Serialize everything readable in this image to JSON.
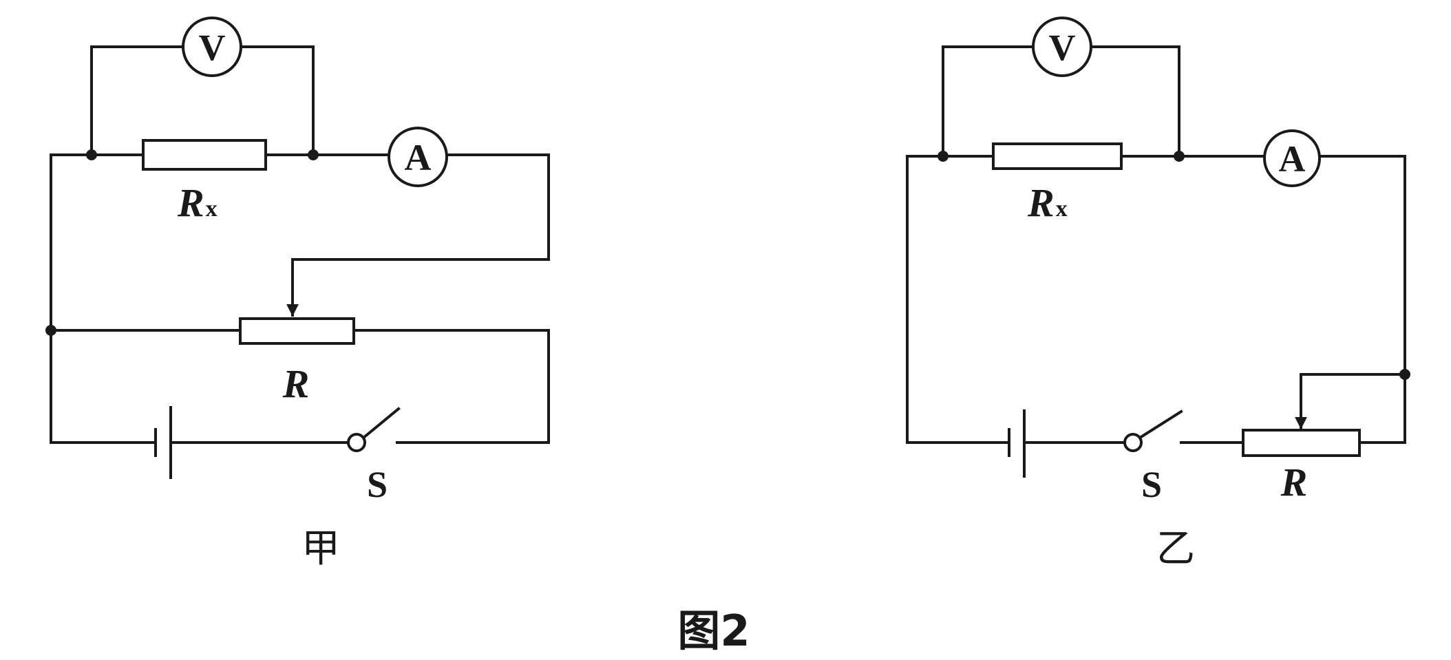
{
  "figure": {
    "caption": "图2"
  },
  "circuits": [
    {
      "caption": "甲",
      "voltmeter_label": "V",
      "ammeter_label": "A",
      "resistor_label": "R",
      "resistor_subscript": "x",
      "rheostat_label": "R",
      "switch_label": "S"
    },
    {
      "caption": "乙",
      "voltmeter_label": "V",
      "ammeter_label": "A",
      "resistor_label": "R",
      "resistor_subscript": "x",
      "rheostat_label": "R",
      "switch_label": "S"
    }
  ]
}
